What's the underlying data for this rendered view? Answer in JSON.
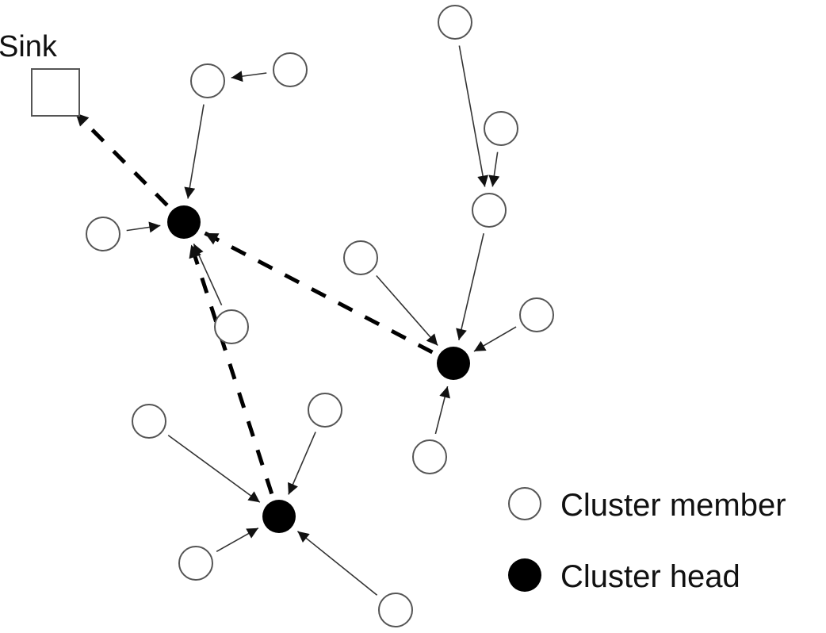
{
  "diagram": {
    "type": "cluster-network",
    "sink_label": "Sink",
    "legend": [
      {
        "symbol": "hollow-circle",
        "label": "Cluster member"
      },
      {
        "symbol": "filled-circle",
        "label": "Cluster head"
      }
    ],
    "colors": {
      "stroke": "#555555",
      "head_fill": "#000000",
      "arrow": "#111111",
      "background": "#ffffff"
    },
    "nodes": [
      {
        "id": "sink",
        "kind": "sink"
      },
      {
        "id": "H1",
        "kind": "head"
      },
      {
        "id": "H2",
        "kind": "head"
      },
      {
        "id": "H3",
        "kind": "head"
      },
      {
        "id": "M1",
        "kind": "member"
      },
      {
        "id": "M2",
        "kind": "member"
      },
      {
        "id": "M3",
        "kind": "member"
      },
      {
        "id": "M4",
        "kind": "member"
      },
      {
        "id": "M5",
        "kind": "member"
      },
      {
        "id": "M6",
        "kind": "member"
      },
      {
        "id": "M7",
        "kind": "member"
      },
      {
        "id": "M8",
        "kind": "member"
      },
      {
        "id": "M9",
        "kind": "member"
      },
      {
        "id": "M10",
        "kind": "member"
      },
      {
        "id": "M11",
        "kind": "member"
      },
      {
        "id": "M12",
        "kind": "member"
      },
      {
        "id": "M13",
        "kind": "member"
      },
      {
        "id": "M14",
        "kind": "member"
      }
    ],
    "edges": [
      {
        "from": "M2",
        "to": "M1",
        "style": "solid"
      },
      {
        "from": "M1",
        "to": "H1",
        "style": "solid"
      },
      {
        "from": "M6",
        "to": "H1",
        "style": "solid"
      },
      {
        "from": "M7",
        "to": "H1",
        "style": "solid"
      },
      {
        "from": "H1",
        "to": "sink",
        "style": "dashed"
      },
      {
        "from": "M3",
        "to": "M5",
        "style": "solid"
      },
      {
        "from": "M4",
        "to": "M5",
        "style": "solid"
      },
      {
        "from": "M5",
        "to": "H2",
        "style": "solid"
      },
      {
        "from": "M8",
        "to": "H2",
        "style": "solid"
      },
      {
        "from": "M9",
        "to": "H2",
        "style": "solid"
      },
      {
        "from": "M10",
        "to": "H2",
        "style": "solid"
      },
      {
        "from": "H2",
        "to": "H1",
        "style": "dashed"
      },
      {
        "from": "M11",
        "to": "H3",
        "style": "solid"
      },
      {
        "from": "M12",
        "to": "H3",
        "style": "solid"
      },
      {
        "from": "M13",
        "to": "H3",
        "style": "solid"
      },
      {
        "from": "M14",
        "to": "H3",
        "style": "solid"
      },
      {
        "from": "H3",
        "to": "H1",
        "style": "dashed"
      }
    ]
  }
}
